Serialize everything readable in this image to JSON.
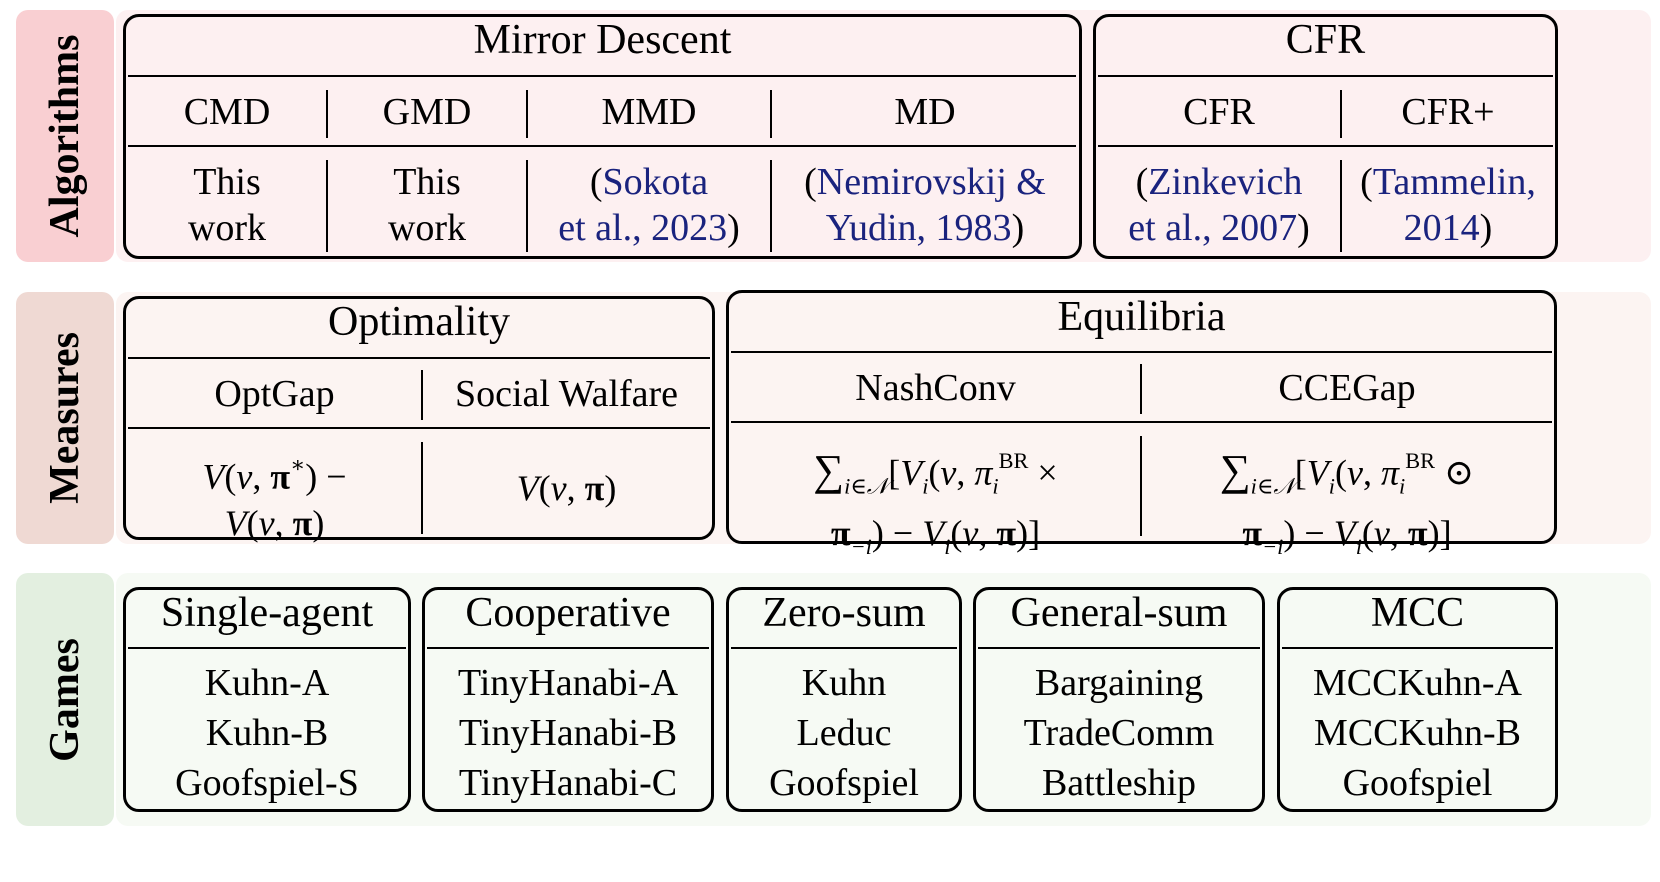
{
  "rows": {
    "algorithms": {
      "label": "Algorithms",
      "color": "#f9cfd2",
      "bg": "#fdf0f1"
    },
    "measures": {
      "label": "Measures",
      "color": "#efd9d3",
      "bg": "#fcf4f2"
    },
    "games": {
      "label": "Games",
      "color": "#e3efe0",
      "bg": "#f6faf4"
    }
  },
  "algorithms": {
    "mirror_descent": {
      "title": "Mirror Descent",
      "cols": [
        {
          "name": "CMD",
          "ref_line1": "This",
          "ref_line2": "work"
        },
        {
          "name": "GMD",
          "ref_line1": "This",
          "ref_line2": "work"
        },
        {
          "name": "MMD",
          "ref_pre": "(",
          "ref_cite1": "Sokota",
          "ref_cite2": "et al., 2023",
          "ref_post": ")"
        },
        {
          "name": "MD",
          "ref_pre": "(",
          "ref_cite1": "Nemirovskij &",
          "ref_cite2": "Yudin, 1983",
          "ref_post": ")"
        }
      ]
    },
    "cfr": {
      "title": "CFR",
      "cols": [
        {
          "name": "CFR",
          "ref_pre": "(",
          "ref_cite1": "Zinkevich",
          "ref_cite2": "et al., 2007",
          "ref_post": ")"
        },
        {
          "name": "CFR+",
          "ref_pre": "(",
          "ref_cite1": "Tammelin,",
          "ref_cite2": "2014",
          "ref_post": ")"
        }
      ]
    }
  },
  "measures": {
    "optimality": {
      "title": "Optimality",
      "cols": [
        {
          "name": "OptGap"
        },
        {
          "name": "Social Walfare"
        }
      ]
    },
    "equilibria": {
      "title": "Equilibria",
      "cols": [
        {
          "name": "NashConv"
        },
        {
          "name": "CCEGap"
        }
      ]
    }
  },
  "games": [
    {
      "title": "Single-agent",
      "items": [
        "Kuhn-A",
        "Kuhn-B",
        "Goofspiel-S"
      ]
    },
    {
      "title": "Cooperative",
      "items": [
        "TinyHanabi-A",
        "TinyHanabi-B",
        "TinyHanabi-C"
      ]
    },
    {
      "title": "Zero-sum",
      "items": [
        "Kuhn",
        "Leduc",
        "Goofspiel"
      ]
    },
    {
      "title": "General-sum",
      "items": [
        "Bargaining",
        "TradeComm",
        "Battleship"
      ]
    },
    {
      "title": "MCC",
      "items": [
        "MCCKuhn-A",
        "MCCKuhn-B",
        "Goofspiel"
      ]
    }
  ]
}
